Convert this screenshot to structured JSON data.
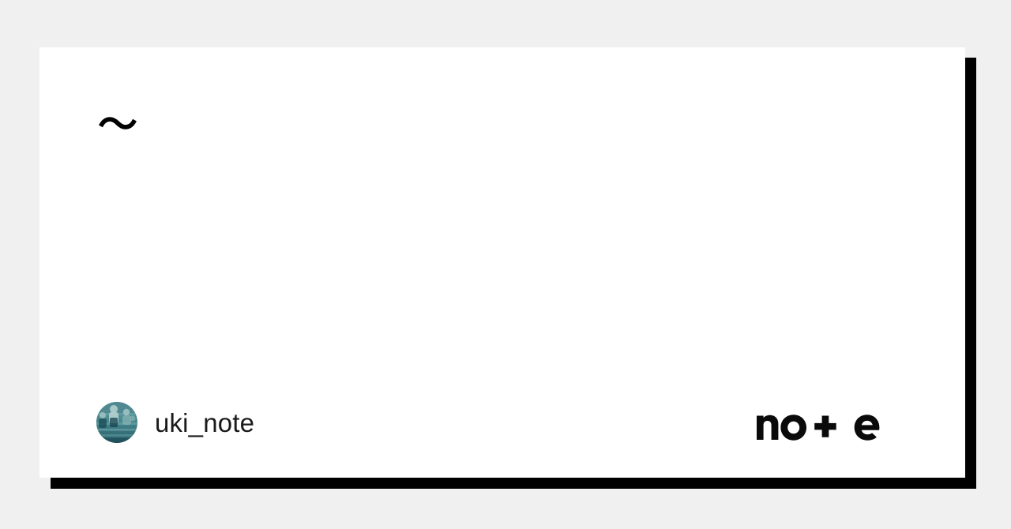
{
  "background_color": "#f0f0f0",
  "card": {
    "background_color": "#ffffff",
    "shadow_color": "#000000"
  },
  "article": {
    "title": "〜",
    "title_color": "#000000"
  },
  "author": {
    "name": "uki_note",
    "avatar_icon": "user-avatar-photo",
    "avatar_description": "teal toned photo of people on steps",
    "avatar_colors": {
      "base": "#2e6a73",
      "light": "#bcd9d7",
      "dark": "#123b45"
    }
  },
  "brand": {
    "name": "note",
    "logo_icon": "note-wordmark-logo",
    "logo_color": "#000000"
  }
}
